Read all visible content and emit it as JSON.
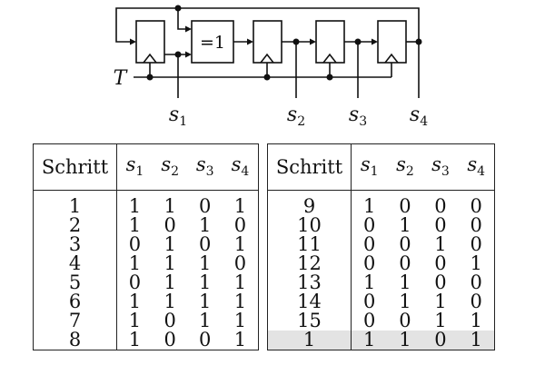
{
  "circuit": {
    "xor_label": "=1",
    "clock_label": "T",
    "outputs": [
      {
        "name": "s",
        "sub": "1"
      },
      {
        "name": "s",
        "sub": "2"
      },
      {
        "name": "s",
        "sub": "3"
      },
      {
        "name": "s",
        "sub": "4"
      }
    ]
  },
  "table": {
    "header": {
      "step": "Schritt",
      "s1": "s",
      "s2": "s",
      "s3": "s",
      "s4": "s",
      "sub1": "1",
      "sub2": "2",
      "sub3": "3",
      "sub4": "4"
    },
    "left_rows": [
      [
        "1",
        "1",
        "1",
        "0",
        "1"
      ],
      [
        "2",
        "1",
        "0",
        "1",
        "0"
      ],
      [
        "3",
        "0",
        "1",
        "0",
        "1"
      ],
      [
        "4",
        "1",
        "1",
        "1",
        "0"
      ],
      [
        "5",
        "0",
        "1",
        "1",
        "1"
      ],
      [
        "6",
        "1",
        "1",
        "1",
        "1"
      ],
      [
        "7",
        "1",
        "0",
        "1",
        "1"
      ],
      [
        "8",
        "1",
        "0",
        "0",
        "1"
      ]
    ],
    "right_rows": [
      [
        "9",
        "1",
        "0",
        "0",
        "0"
      ],
      [
        "10",
        "0",
        "1",
        "0",
        "0"
      ],
      [
        "11",
        "0",
        "0",
        "1",
        "0"
      ],
      [
        "12",
        "0",
        "0",
        "0",
        "1"
      ],
      [
        "13",
        "1",
        "1",
        "0",
        "0"
      ],
      [
        "14",
        "0",
        "1",
        "1",
        "0"
      ],
      [
        "15",
        "0",
        "0",
        "1",
        "1"
      ],
      [
        "1",
        "1",
        "1",
        "0",
        "1"
      ]
    ],
    "highlight_color": "#e3e3e3"
  }
}
